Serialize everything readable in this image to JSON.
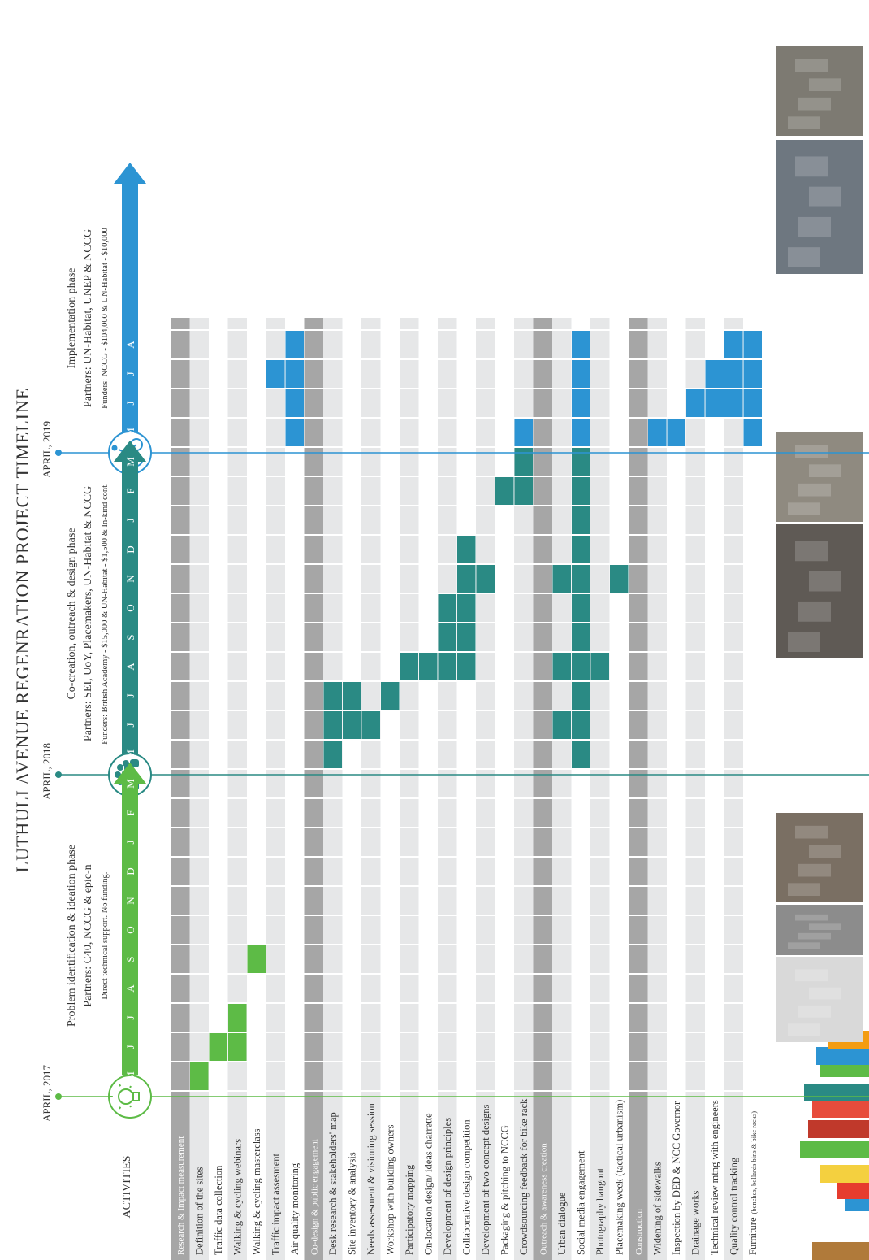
{
  "title": "LUTHULI AVENUE REGENRATION PROJECT TIMELINE",
  "activities_header": "ACTIVITIES",
  "months": [
    "M",
    "J",
    "J",
    "A",
    "S",
    "O",
    "N",
    "D",
    "J",
    "F",
    "M",
    "M",
    "J",
    "J",
    "A",
    "S",
    "O",
    "N",
    "D",
    "J",
    "F",
    "M",
    "M",
    "J",
    "J",
    "A"
  ],
  "milestones": [
    {
      "label": "APRIL, 2017",
      "icon": "lightbulb-icon",
      "color": "#5dbb46"
    },
    {
      "label": "APRIL, 2018",
      "icon": "people-group-icon",
      "color": "#2a8a84"
    },
    {
      "label": "APRIL, 2019",
      "icon": "cyclist-icon",
      "color": "#2c94d3"
    }
  ],
  "phases": [
    {
      "name": "Problem identification & ideation phase",
      "partners": "Partners: C40, NCCG & epic-n",
      "funders": "Direct technical support.  No funding.",
      "color": "#5dbb46"
    },
    {
      "name": "Co-creation, outreach & design  phase",
      "partners": "Partners: SEI, UoY, Placemakers, UN-Habitat & NCCG",
      "funders": "Funders: British Academy - $15,000 & UN-Habitat - $1,500 & In-kind cont.",
      "color": "#2a8a84"
    },
    {
      "name": "Implementation phase",
      "partners": "Partners: UN-Habitat, UNEP & NCCG",
      "funders": "Funders: NCCG - $104,000 & UN-Habitat - $10,000",
      "color": "#2c94d3"
    }
  ],
  "sections": [
    {
      "label": "Research & Impact measurement",
      "activities": [
        {
          "label": "Definition of the sites",
          "cells": [
            [
              0,
              0
            ]
          ]
        },
        {
          "label": "Traffic data collection",
          "cells": [
            [
              1,
              1
            ]
          ]
        },
        {
          "label": "Walking & cycling webinars",
          "cells": [
            [
              1,
              2
            ]
          ]
        },
        {
          "label": "Walking & cycling masterclass",
          "cells": [
            [
              4,
              4
            ]
          ]
        },
        {
          "label": "Traffic impact assesment",
          "cells": [
            [
              24,
              24
            ]
          ]
        },
        {
          "label": "Air quality monitoring",
          "cells": [
            [
              22,
              25
            ]
          ]
        }
      ]
    },
    {
      "label": "Co-design & public engagement",
      "activities": [
        {
          "label": "Desk research & stakeholders' map",
          "cells": [
            [
              11,
              13
            ]
          ]
        },
        {
          "label": "Site inventory & analysis",
          "cells": [
            [
              12,
              13
            ]
          ]
        },
        {
          "label": "Needs assesment & visioning session",
          "cells": [
            [
              12,
              12
            ]
          ]
        },
        {
          "label": "Workshop with building owners",
          "cells": [
            [
              13,
              13
            ]
          ]
        },
        {
          "label": "Participatory mapping",
          "cells": [
            [
              14,
              14
            ]
          ]
        },
        {
          "label": "On-location design/ ideas charrette",
          "cells": [
            [
              14,
              14
            ]
          ]
        },
        {
          "label": "Development of design principles",
          "cells": [
            [
              14,
              16
            ]
          ]
        },
        {
          "label": "Collaborative design competition",
          "cells": [
            [
              14,
              18
            ]
          ]
        },
        {
          "label": "Development of two concept designs",
          "cells": [
            [
              17,
              17
            ]
          ]
        },
        {
          "label": "Packaging & pitching to NCCG",
          "cells": [
            [
              20,
              20
            ]
          ]
        },
        {
          "label": "Crowdsourcing feedback for bike rack",
          "cells": [
            [
              20,
              21
            ],
            [
              22,
              22
            ]
          ]
        }
      ]
    },
    {
      "label": "Outreach & awareness creation",
      "activities": [
        {
          "label": "Urban dialogue",
          "cells": [
            [
              12,
              12
            ],
            [
              14,
              14
            ],
            [
              17,
              17
            ]
          ]
        },
        {
          "label": "Social media engagement",
          "cells": [
            [
              11,
              21
            ],
            [
              21,
              25
            ]
          ]
        },
        {
          "label": "Photography hangout",
          "cells": [
            [
              14,
              14
            ]
          ]
        },
        {
          "label": "Placemaking week (tactical urbanism)",
          "cells": [
            [
              17,
              17
            ]
          ]
        }
      ]
    },
    {
      "label": "Construction",
      "activities": [
        {
          "label": "Widening of sidewalks",
          "cells": [
            [
              22,
              22
            ]
          ]
        },
        {
          "label": "Inspection by DED & NCC Governor",
          "cells": [
            [
              22,
              22
            ]
          ]
        },
        {
          "label": "Drainage works",
          "cells": [
            [
              23,
              23
            ]
          ]
        },
        {
          "label": "Technical review mtng with engineers",
          "cells": [
            [
              23,
              24
            ]
          ]
        },
        {
          "label": "Quality control tracking",
          "cells": [
            [
              23,
              25
            ]
          ]
        },
        {
          "label": "Furniture",
          "note": "(benches, bollards bins & bike racks)",
          "cells": [
            [
              22,
              25
            ]
          ]
        }
      ]
    }
  ],
  "colors": {
    "green": "#5dbb46",
    "teal": "#2a8a84",
    "blue": "#2c94d3",
    "section_band": "#a6a6a6",
    "row_stripe": "#e6e7e8"
  }
}
